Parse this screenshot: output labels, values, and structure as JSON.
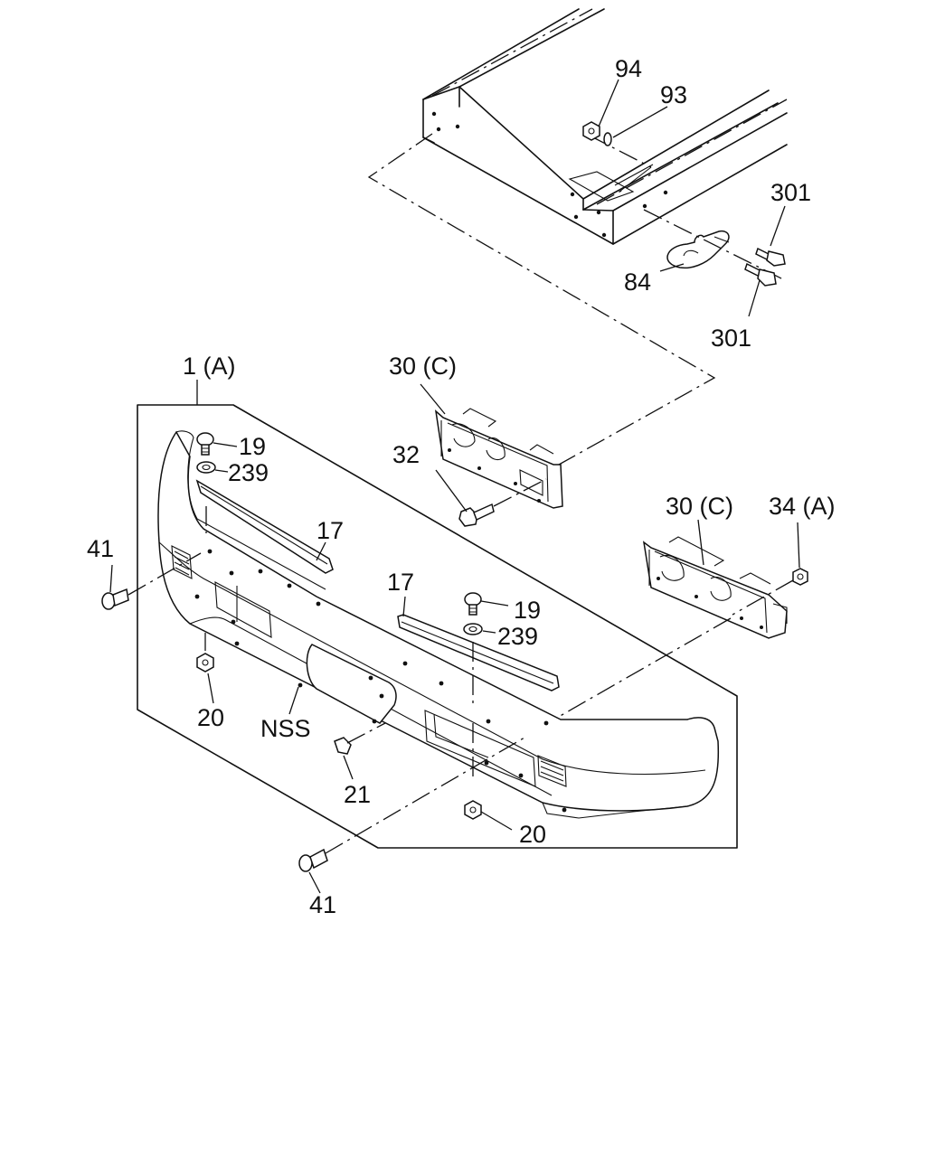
{
  "callouts": {
    "c94": "94",
    "c93": "93",
    "c301a": "301",
    "c84": "84",
    "c301b": "301",
    "c1a": "1 (A)",
    "c30c_a": "30 (C)",
    "c19a": "19",
    "c239a": "239",
    "c32": "32",
    "c41a": "41",
    "c17a": "17",
    "c30c_b": "30 (C)",
    "c34a": "34 (A)",
    "c17b": "17",
    "c19b": "19",
    "c239b": "239",
    "c20a": "20",
    "cnss": "NSS",
    "c21": "21",
    "c20b": "20",
    "c41b": "41"
  }
}
